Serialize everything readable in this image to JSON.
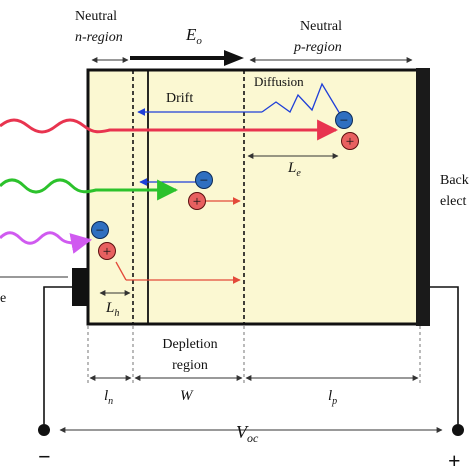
{
  "regions": {
    "neutral_n_line1": "Neutral",
    "neutral_n_line2": "n-region",
    "neutral_p_line1": "Neutral",
    "neutral_p_line2": "p-region",
    "depletion_line1": "Depletion",
    "depletion_line2": "region"
  },
  "fields": {
    "eo_main": "E",
    "eo_sub": "o"
  },
  "processes": {
    "drift": "Drift",
    "diffusion": "Diffusion"
  },
  "lengths": {
    "le_main": "L",
    "le_sub": "e",
    "lh_main": "L",
    "lh_sub": "h",
    "ln_main": "l",
    "ln_sub": "n",
    "w": "W",
    "lp_main": "l",
    "lp_sub": "p"
  },
  "electrode": {
    "line1": "Back",
    "line2": "elect"
  },
  "left_edge_char": "e",
  "voltage": {
    "main": "V",
    "sub": "oc"
  },
  "terminals": {
    "minus": "−",
    "plus": "+"
  },
  "charges": {
    "electron_symbol": "−",
    "hole_symbol": "+"
  },
  "colors": {
    "slab": "#fbf8d2",
    "photon_red": "#e8344f",
    "photon_green": "#2cc22c",
    "photon_violet": "#d05af0",
    "drift_arrow": "#1f3fd8",
    "carrier_arrow": "#e34a3a",
    "electron": "#2f6fc0",
    "hole": "#e86060"
  }
}
